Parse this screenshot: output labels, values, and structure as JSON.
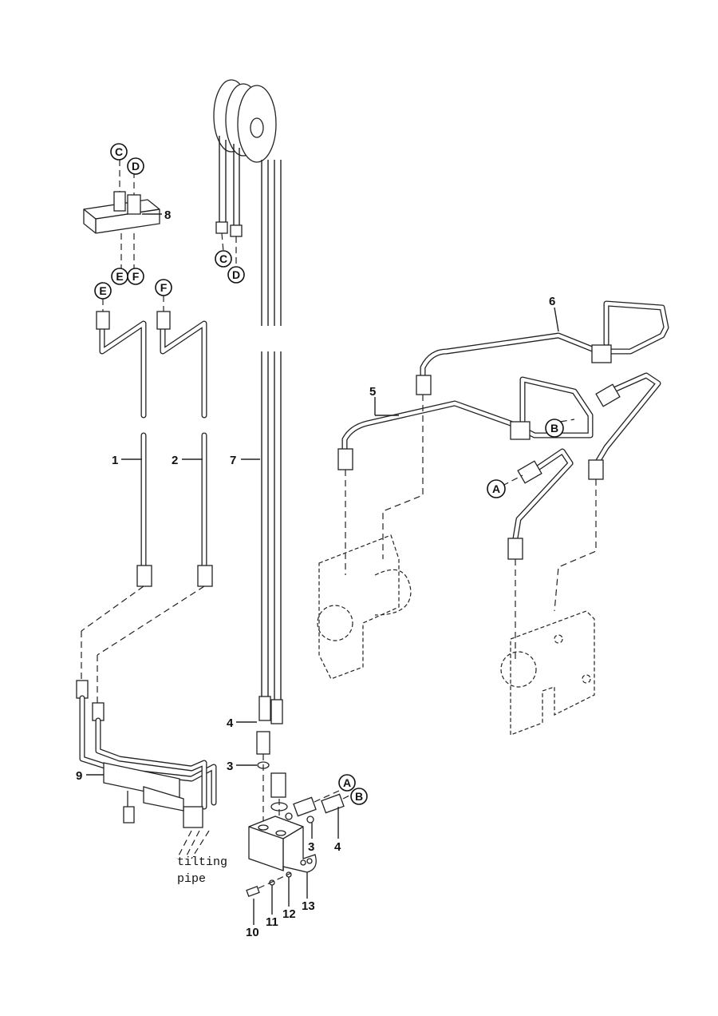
{
  "diagram": {
    "part_numbers": {
      "p1": "1",
      "p2": "2",
      "p3a": "3",
      "p3b": "3",
      "p4a": "4",
      "p4b": "4",
      "p5": "5",
      "p6": "6",
      "p7": "7",
      "p8": "8",
      "p9": "9",
      "p10": "10",
      "p11": "11",
      "p12": "12",
      "p13": "13"
    },
    "connection_labels": {
      "c1": "C",
      "d1": "D",
      "e1": "E",
      "f1": "F",
      "e2": "E",
      "f2": "F",
      "c2": "C",
      "d2": "D",
      "a1": "A",
      "b1": "B",
      "a2": "A",
      "b2": "B"
    },
    "note_line1": "tilting",
    "note_line2": "pipe"
  }
}
